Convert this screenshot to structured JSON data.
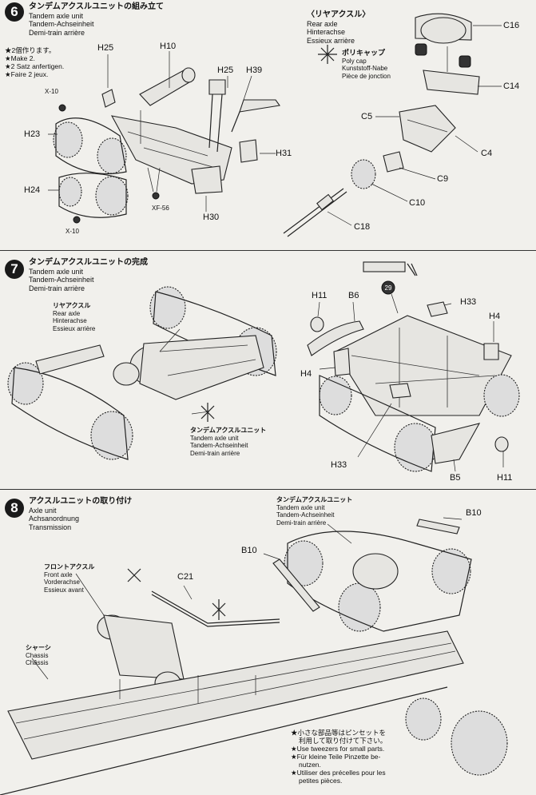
{
  "steps": [
    {
      "number": "6",
      "title_jp": "タンデムアクスルユニットの組み立て",
      "title_en": "Tandem axle unit",
      "title_de": "Tandem-Achseinheit",
      "title_fr": "Demi-train arrière",
      "make_note": [
        "★2個作ります。",
        "★Make 2.",
        "★2 Satz anfertigen.",
        "★Faire 2 jeux."
      ],
      "sub_heading_jp": "〈リヤアクスル〉",
      "sub_heading_en": "Rear axle",
      "sub_heading_de": "Hinterachse",
      "sub_heading_fr": "Essieux arrière",
      "polycap": [
        "ポリキャップ",
        "Poly cap",
        "Kunststoff-Nabe",
        "Pièce de jonction"
      ],
      "parts": [
        "H25",
        "H10",
        "H25",
        "H39",
        "X-10",
        "H23",
        "H31",
        "H24",
        "XF-56",
        "X-10",
        "H30",
        "C16",
        "C14",
        "C5",
        "C4",
        "C9",
        "C10",
        "C18"
      ]
    },
    {
      "number": "7",
      "title_jp": "タンデムアクスルユニットの完成",
      "title_en": "Tandem axle unit",
      "title_de": "Tandem-Achseinheit",
      "title_fr": "Demi-train arrière",
      "rear_axle": [
        "リヤアクスル",
        "Rear axle",
        "Hinterachse",
        "Essieux arrière"
      ],
      "tandem_unit": [
        "タンデムアクスルユニット",
        "Tandem axle unit",
        "Tandem-Achseinheit",
        "Demi-train arrière"
      ],
      "decal_badge": "29",
      "parts": [
        "H11",
        "B6",
        "H33",
        "H4",
        "H4",
        "H33",
        "B5",
        "H11"
      ]
    },
    {
      "number": "8",
      "title_jp": "アクスルユニットの取り付け",
      "title_en": "Axle unit",
      "title_de": "Achsanordnung",
      "title_fr": "Transmission",
      "tandem_unit": [
        "タンデムアクスルユニット",
        "Tandem axle unit",
        "Tandem-Achseinheit",
        "Demi-train arrière"
      ],
      "front_axle": [
        "フロントアクスル",
        "Front axle",
        "Vorderachse",
        "Essieux avant"
      ],
      "chassis": [
        "シャーシ",
        "Chassis",
        "Châssis"
      ],
      "parts": [
        "B10",
        "B10",
        "C21"
      ],
      "tweezers_note": [
        "★小さな部品等はピンセットを",
        "利用して取り付けて下さい。",
        "★Use tweezers for small parts.",
        "★Für kleine Teile Pinzette be-",
        "nutzen.",
        "★Utiliser des précelles pour les",
        "petites pièces."
      ]
    }
  ]
}
